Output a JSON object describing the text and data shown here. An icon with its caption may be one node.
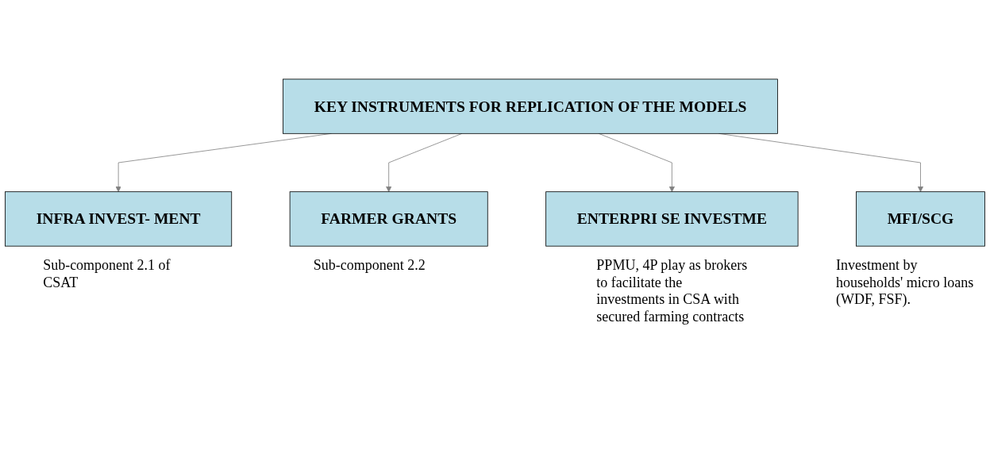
{
  "diagram": {
    "nodes": [
      {
        "text": [
          "KEY INSTRUMENTS FOR REPLICATION OF THE MODELS"
        ]
      },
      {
        "text": [
          "INFRA INVEST- MENT"
        ],
        "beside": [
          "Sub-component 2.1 of CSAT"
        ]
      },
      {
        "text": [
          "FARMER GRANTS"
        ],
        "beside": [
          "Sub-component 2.2"
        ]
      },
      {
        "text": [
          "ENTERPRI SE INVESTME"
        ],
        "beside": [
          "PPMU, 4P play as brokers to facilitate the investments in CSA with secured farming contracts"
        ]
      },
      {
        "text": [
          "MFI/SCG"
        ],
        "beside": [
          "Investment by households' micro loans (WDF, FSF)."
        ]
      }
    ],
    "edges": [
      {
        "from": 0,
        "to": 1,
        "arrow": "to"
      },
      {
        "from": 0,
        "to": 2,
        "arrow": "to"
      },
      {
        "from": 0,
        "to": 3,
        "arrow": "to"
      },
      {
        "from": 0,
        "to": 4,
        "arrow": "to"
      }
    ]
  }
}
